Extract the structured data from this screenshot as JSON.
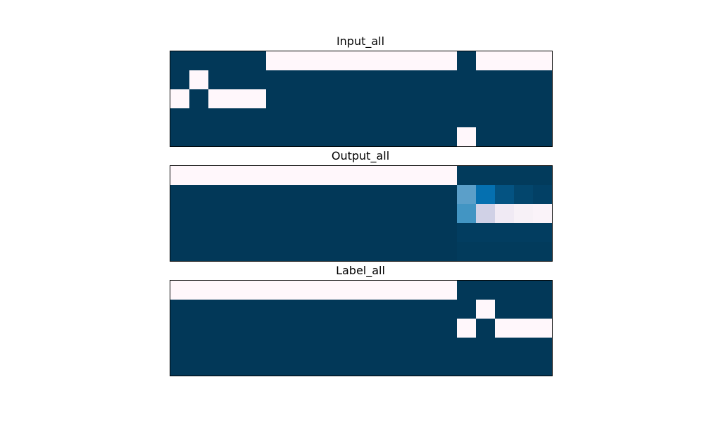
{
  "colormap_low": "#023858",
  "colormap_high": "#fff7fb",
  "chart_data": [
    {
      "type": "heatmap",
      "title": "Input_all",
      "vmin": 0,
      "vmax": 1,
      "rows": 5,
      "cols": 20,
      "values": [
        [
          0,
          0,
          0,
          0,
          0,
          1,
          1,
          1,
          1,
          1,
          1,
          1,
          1,
          1,
          1,
          0,
          1,
          1,
          1,
          1
        ],
        [
          0,
          1,
          0,
          0,
          0,
          0,
          0,
          0,
          0,
          0,
          0,
          0,
          0,
          0,
          0,
          0,
          0,
          0,
          0,
          0
        ],
        [
          1,
          0,
          1,
          1,
          1,
          0,
          0,
          0,
          0,
          0,
          0,
          0,
          0,
          0,
          0,
          0,
          0,
          0,
          0,
          0
        ],
        [
          0,
          0,
          0,
          0,
          0,
          0,
          0,
          0,
          0,
          0,
          0,
          0,
          0,
          0,
          0,
          0,
          0,
          0,
          0,
          0
        ],
        [
          0,
          0,
          0,
          0,
          0,
          0,
          0,
          0,
          0,
          0,
          0,
          0,
          0,
          0,
          0,
          1,
          0,
          0,
          0,
          0
        ]
      ]
    },
    {
      "type": "heatmap",
      "title": "Output_all",
      "vmin": 0,
      "vmax": 1,
      "rows": 5,
      "cols": 20,
      "values": [
        [
          1,
          1,
          1,
          1,
          1,
          1,
          1,
          1,
          1,
          1,
          1,
          1,
          1,
          1,
          1,
          0.01,
          0.01,
          0.01,
          0.01,
          0.01
        ],
        [
          0,
          0,
          0,
          0,
          0,
          0,
          0,
          0,
          0,
          0,
          0,
          0,
          0,
          0,
          0,
          0.45,
          0.25,
          0.1,
          0.05,
          0.03
        ],
        [
          0,
          0,
          0,
          0,
          0,
          0,
          0,
          0,
          0,
          0,
          0,
          0,
          0,
          0,
          0,
          0.4,
          0.75,
          0.9,
          0.95,
          0.97
        ],
        [
          0,
          0,
          0,
          0,
          0,
          0,
          0,
          0,
          0,
          0,
          0,
          0,
          0,
          0,
          0,
          0.02,
          0.02,
          0.02,
          0.02,
          0.02
        ],
        [
          0,
          0,
          0,
          0,
          0,
          0,
          0,
          0,
          0,
          0,
          0,
          0,
          0,
          0,
          0,
          0.01,
          0.01,
          0.01,
          0.01,
          0.01
        ]
      ]
    },
    {
      "type": "heatmap",
      "title": "Label_all",
      "vmin": 0,
      "vmax": 1,
      "rows": 5,
      "cols": 20,
      "values": [
        [
          1,
          1,
          1,
          1,
          1,
          1,
          1,
          1,
          1,
          1,
          1,
          1,
          1,
          1,
          1,
          0,
          0,
          0,
          0,
          0
        ],
        [
          0,
          0,
          0,
          0,
          0,
          0,
          0,
          0,
          0,
          0,
          0,
          0,
          0,
          0,
          0,
          0,
          1,
          0,
          0,
          0
        ],
        [
          0,
          0,
          0,
          0,
          0,
          0,
          0,
          0,
          0,
          0,
          0,
          0,
          0,
          0,
          0,
          1,
          0,
          1,
          1,
          1
        ],
        [
          0,
          0,
          0,
          0,
          0,
          0,
          0,
          0,
          0,
          0,
          0,
          0,
          0,
          0,
          0,
          0,
          0,
          0,
          0,
          0
        ],
        [
          0,
          0,
          0,
          0,
          0,
          0,
          0,
          0,
          0,
          0,
          0,
          0,
          0,
          0,
          0,
          0,
          0,
          0,
          0,
          0
        ]
      ]
    }
  ]
}
